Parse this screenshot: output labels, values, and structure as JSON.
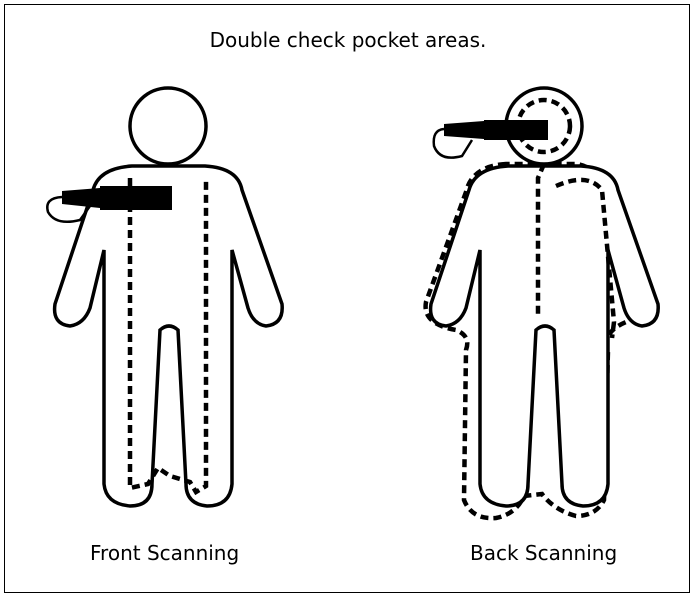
{
  "header": {
    "title": "Double check pocket areas."
  },
  "figures": {
    "front": {
      "label": "Front Scanning",
      "icon": "wand-icon"
    },
    "back": {
      "label": "Back Scanning",
      "icon": "wand-icon"
    }
  },
  "colors": {
    "line": "#000000",
    "background": "#ffffff"
  }
}
